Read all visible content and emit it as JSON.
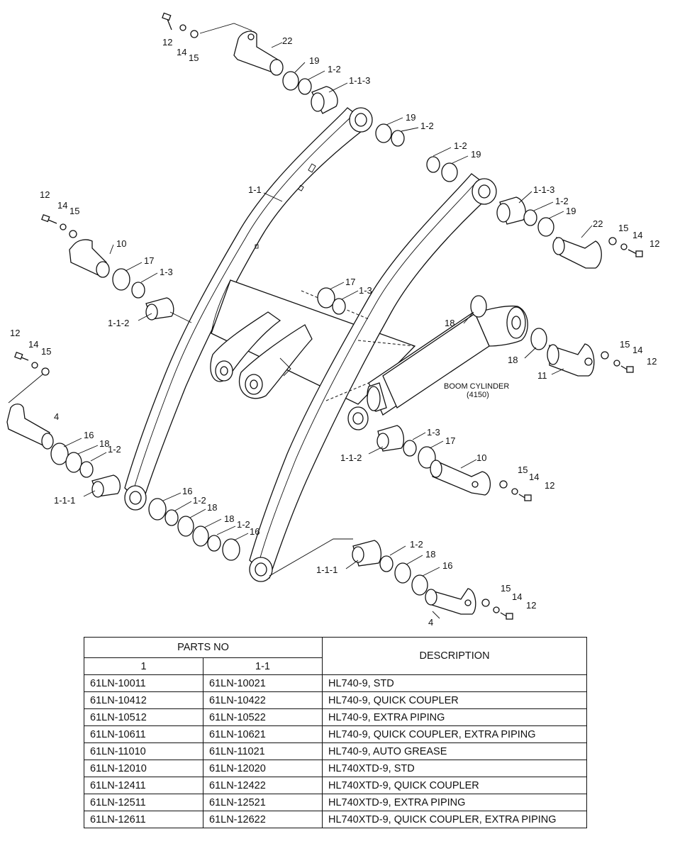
{
  "callouts": {
    "top_12": "12",
    "top_14": "14",
    "top_15": "15",
    "top_22": "22",
    "top_19a": "19",
    "top_1_2a": "1-2",
    "top_1_1_3": "1-1-3",
    "top_19b": "19",
    "top_1_2b": "1-2",
    "r_1_2": "1-2",
    "r_19": "19",
    "r_1_1_3": "1-1-3",
    "r_1_2b": "1-2",
    "r_19b": "19",
    "r_22": "22",
    "r_15": "15",
    "r_14": "14",
    "r_12": "12",
    "arm_1_1": "1-1",
    "l_12": "12",
    "l_14": "14",
    "l_15": "15",
    "l_10": "10",
    "l_17": "17",
    "l_1_3": "1-3",
    "l_1_1_2": "1-1-2",
    "m_17": "17",
    "m_1_3": "1-3",
    "cyl_18a": "18",
    "cyl_18b": "18",
    "cyl_11": "11",
    "cyl_15": "15",
    "cyl_14": "14",
    "cyl_12": "12",
    "boom_cylinder": "BOOM CYLINDER",
    "boom_cylinder_code": "(4150)",
    "ll_12": "12",
    "ll_14": "14",
    "ll_15": "15",
    "ll_4": "4",
    "ll_16": "16",
    "ll_18": "18",
    "ll_1_2": "1-2",
    "ll_1_1_1": "1-1-1",
    "b_16": "16",
    "b_1_2": "1-2",
    "b_18": "18",
    "b_18b": "18",
    "b_1_2b": "1-2",
    "b_16b": "16",
    "rm_1_1_2": "1-1-2",
    "rm_1_3": "1-3",
    "rm_17": "17",
    "rm_10": "10",
    "rm_15": "15",
    "rm_14": "14",
    "rm_12": "12",
    "br_1_1_1": "1-1-1",
    "br_1_2": "1-2",
    "br_18": "18",
    "br_16": "16",
    "br_15": "15",
    "br_14": "14",
    "br_12": "12",
    "br_4": "4"
  },
  "table": {
    "header_parts_no": "PARTS NO",
    "header_col1": "1",
    "header_col2": "1-1",
    "header_description": "DESCRIPTION",
    "rows": [
      {
        "p1": "61LN-10011",
        "p2": "61LN-10021",
        "desc": "HL740-9, STD"
      },
      {
        "p1": "61LN-10412",
        "p2": "61LN-10422",
        "desc": "HL740-9, QUICK COUPLER"
      },
      {
        "p1": "61LN-10512",
        "p2": "61LN-10522",
        "desc": "HL740-9, EXTRA PIPING"
      },
      {
        "p1": "61LN-10611",
        "p2": "61LN-10621",
        "desc": "HL740-9, QUICK COUPLER, EXTRA PIPING"
      },
      {
        "p1": "61LN-11010",
        "p2": "61LN-11021",
        "desc": "HL740-9,  AUTO GREASE"
      },
      {
        "p1": "61LN-12010",
        "p2": "61LN-12020",
        "desc": "HL740XTD-9, STD"
      },
      {
        "p1": "61LN-12411",
        "p2": "61LN-12422",
        "desc": "HL740XTD-9, QUICK COUPLER"
      },
      {
        "p1": "61LN-12511",
        "p2": "61LN-12521",
        "desc": "HL740XTD-9, EXTRA PIPING"
      },
      {
        "p1": "61LN-12611",
        "p2": "61LN-12622",
        "desc": "HL740XTD-9, QUICK COUPLER, EXTRA PIPING"
      }
    ]
  }
}
